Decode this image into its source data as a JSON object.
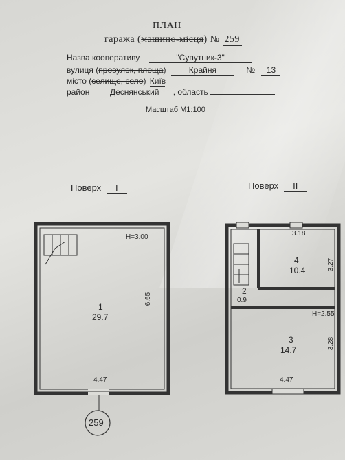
{
  "header": {
    "title": "ПЛАН",
    "subtitle_prefix": "гаража (",
    "subtitle_strike": "машино-місця",
    "subtitle_suffix": ") №",
    "number": "259"
  },
  "fields": {
    "coop_label": "Назва кооперативу",
    "coop_value": "\"Супутник-3\"",
    "street_label_a": "вулиця (",
    "street_label_strike": "провулок, площа",
    "street_label_b": ")",
    "street_value": "Крайня",
    "no_label": "№",
    "no_value": "13",
    "city_label_a": "місто (",
    "city_label_strike": "селище, село",
    "city_label_b": ")",
    "city_value": "Київ",
    "district_label": "район",
    "district_value": "Деснянський",
    "region_label": ", область"
  },
  "scale": "Масштаб М1:100",
  "floors": {
    "floor1_label": "Поверх",
    "floor1_value": "I",
    "floor2_label": "Поверх",
    "floor2_value": "II"
  },
  "plan1": {
    "height_note": "H=3.00",
    "room_no": "1",
    "room_area": "29.7",
    "dim_right": "6.65",
    "dim_bottom": "4.47",
    "tag": "259"
  },
  "plan2": {
    "dim_top": "3.18",
    "room4_no": "4",
    "room4_area": "10.4",
    "dim_room4_right": "3.27",
    "room2_no": "2",
    "room2_area": "0.9",
    "height_note": "H=2.55",
    "room3_no": "3",
    "room3_area": "14.7",
    "dim_room3_right": "3.28",
    "dim_bottom": "4.47"
  }
}
